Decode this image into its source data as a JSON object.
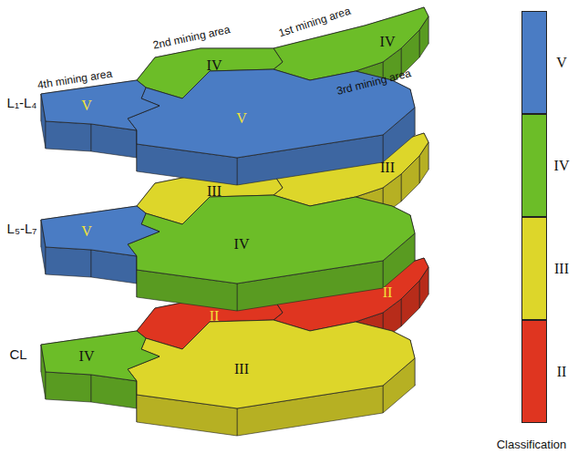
{
  "diagram": {
    "labels": [
      "L₁-L₄",
      "L₅-L₇",
      "CL",
      "4th mining area",
      "2nd mining area",
      "1st mining area",
      "3rd mining area",
      "IV",
      "IV",
      "V",
      "V",
      "III",
      "III",
      "V",
      "IV",
      "II",
      "II",
      "IV",
      "III",
      "Classification"
    ],
    "legend": [
      {
        "text": "V",
        "color": "#4a7cc4"
      },
      {
        "text": "IV",
        "color": "#6cbd28"
      },
      {
        "text": "III",
        "color": "#ddd62a"
      },
      {
        "text": "II",
        "color": "#df3520"
      }
    ]
  }
}
